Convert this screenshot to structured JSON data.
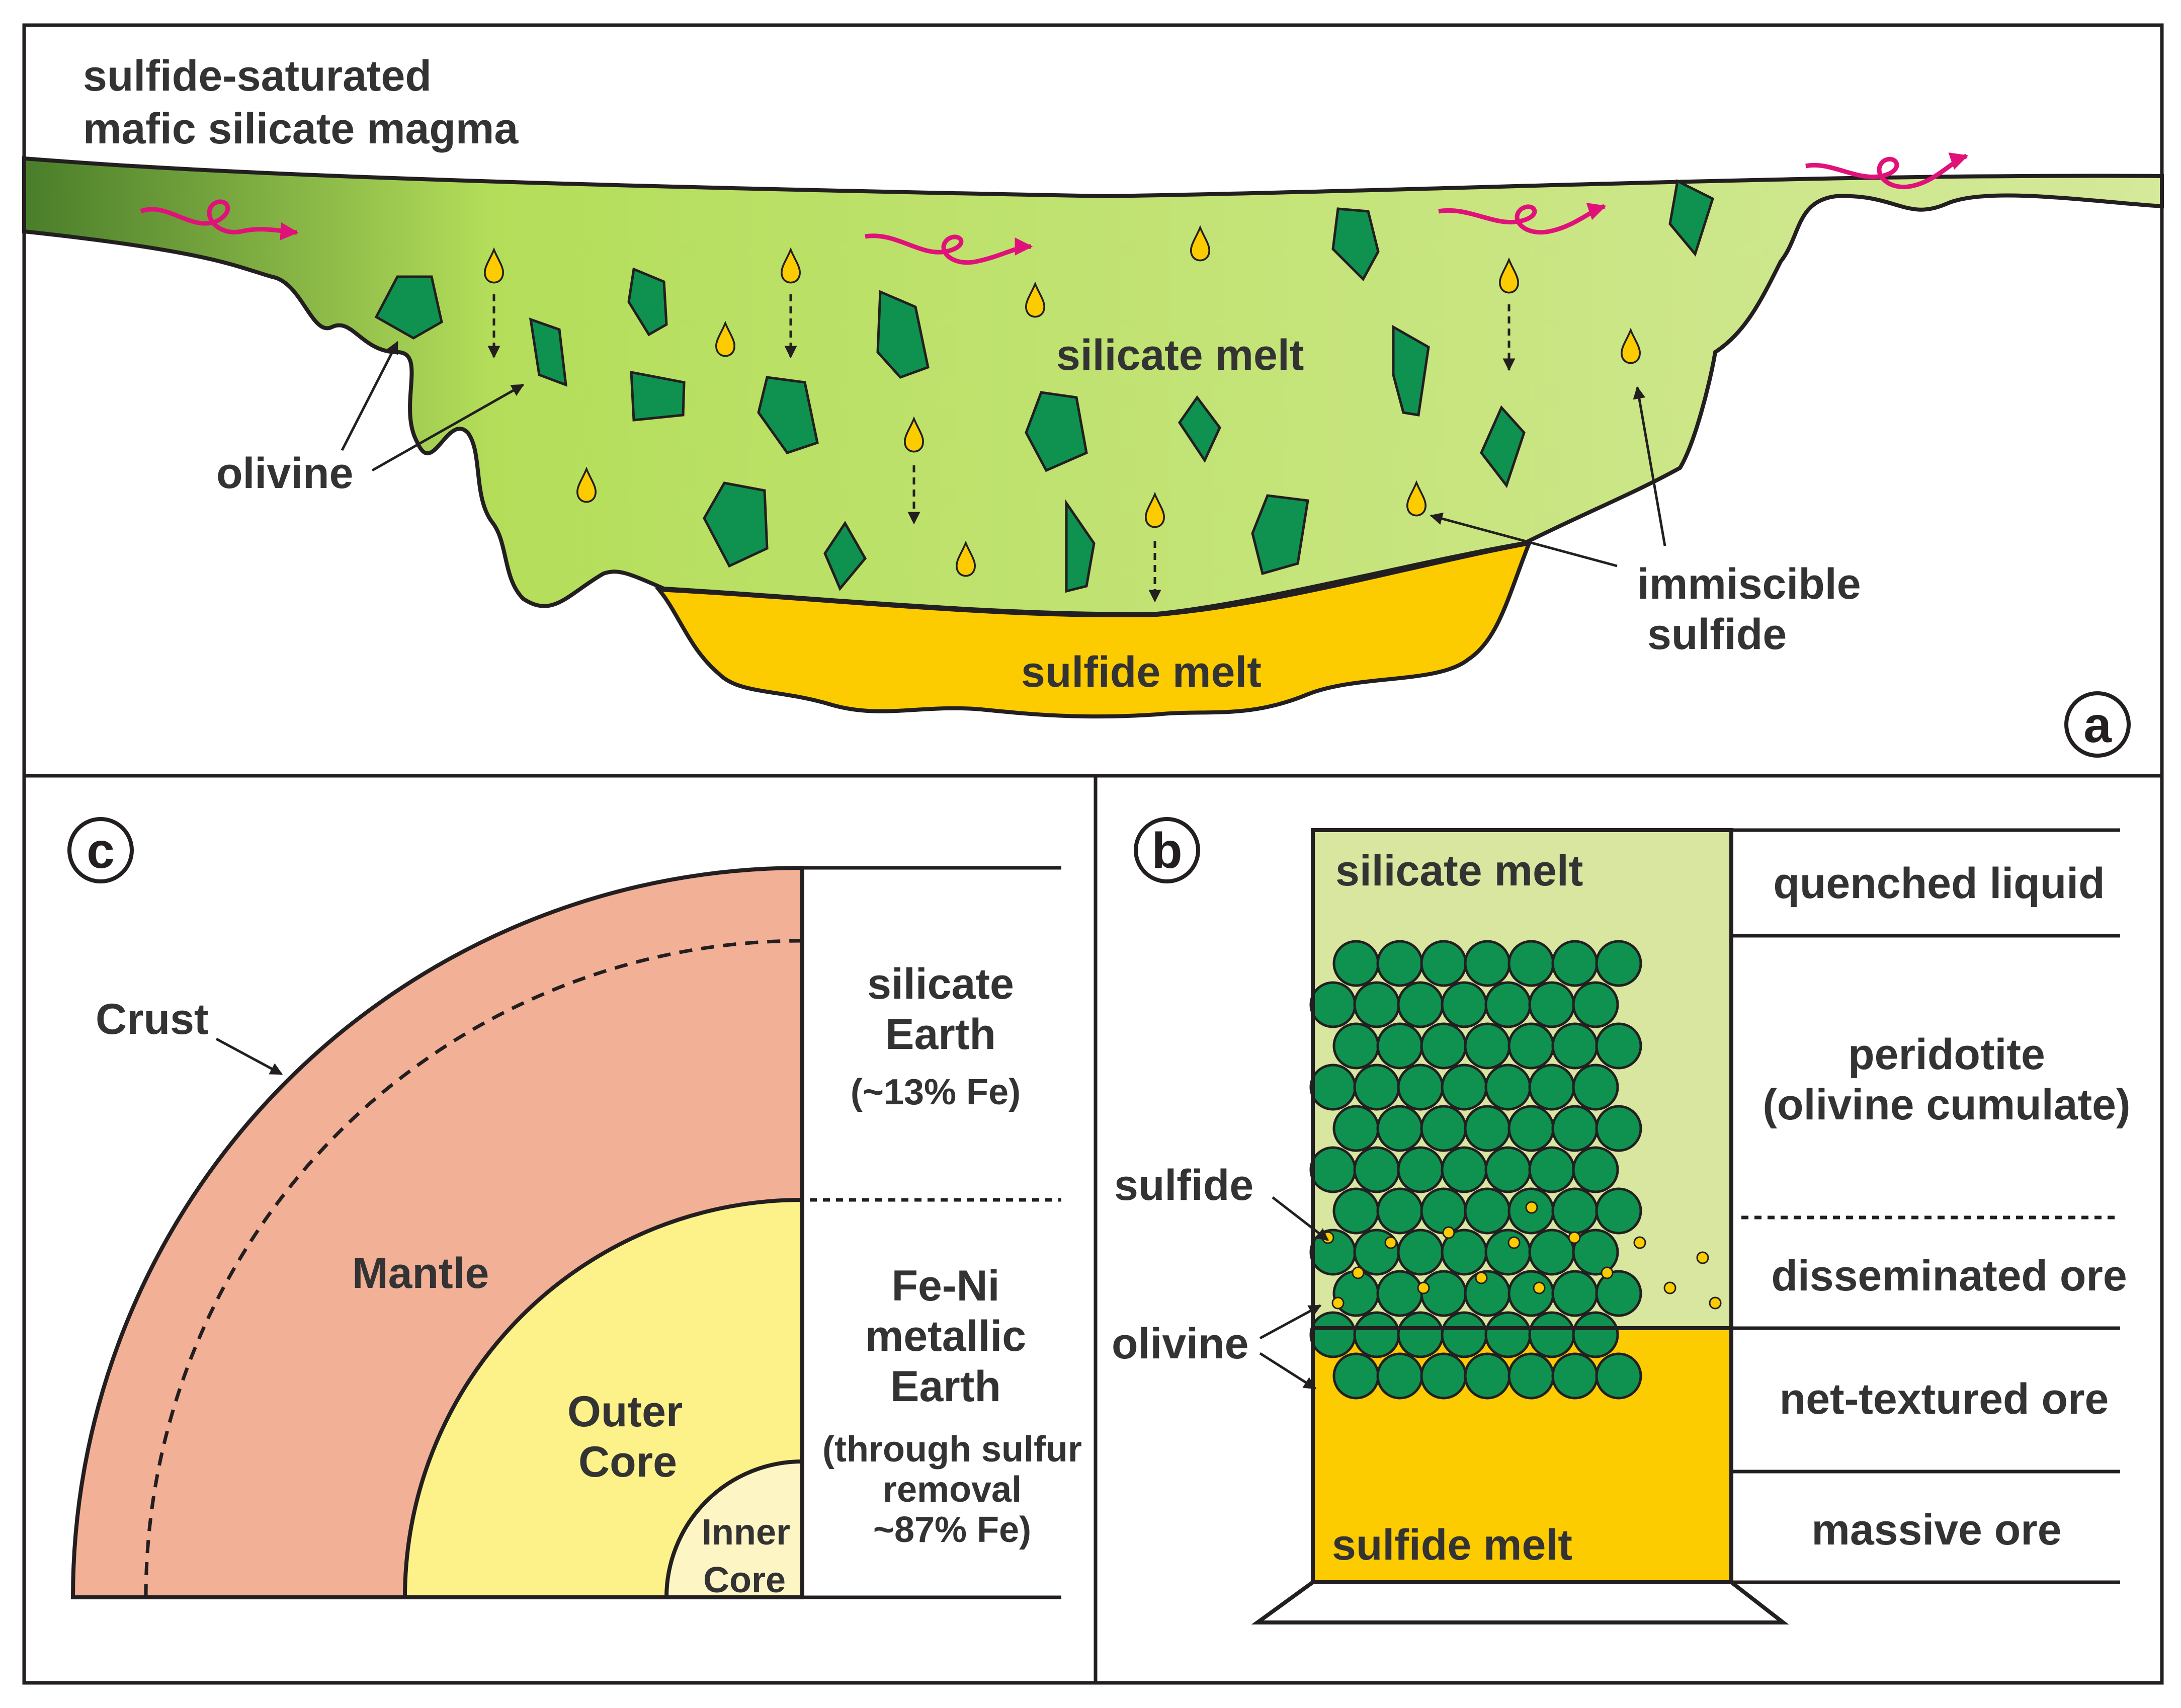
{
  "panel_a": {
    "badge": "a",
    "title_line1": "sulfide-saturated",
    "title_line2": "mafic silicate magma",
    "silicate_melt": "silicate melt",
    "sulfide_melt": "sulfide melt",
    "olivine": "olivine",
    "immiscible_line1": "immiscible",
    "immiscible_line2": "sulfide"
  },
  "panel_b": {
    "badge": "b",
    "silicate_melt": "silicate melt",
    "sulfide_melt": "sulfide melt",
    "sulfide": "sulfide",
    "olivine": "olivine",
    "zones": {
      "quenched": "quenched liquid",
      "peridotite_line1": "peridotite",
      "peridotite_line2": "(olivine cumulate)",
      "disseminated": "disseminated ore",
      "net_textured": "net-textured  ore",
      "massive": "massive  ore"
    }
  },
  "panel_c": {
    "badge": "c",
    "crust": "Crust",
    "mantle": "Mantle",
    "outer_core_line1": "Outer",
    "outer_core_line2": "Core",
    "inner_core_line1": "Inner",
    "inner_core_line2": "Core",
    "silicate_earth_line1": "silicate",
    "silicate_earth_line2": "Earth",
    "silicate_earth_fe": "(~13% Fe)",
    "metallic_line1": "Fe-Ni",
    "metallic_line2": "metallic",
    "metallic_line3": "Earth",
    "metallic_note1": "(through sulfur",
    "metallic_note2": "removal",
    "metallic_note3": "~87% Fe)"
  },
  "colors": {
    "silicate_melt_dark": "#4a7d2a",
    "silicate_melt_mid": "#b4de5a",
    "silicate_melt_light": "#d4e99a",
    "sulfide_melt": "#fccc00",
    "olivine": "#0f9150",
    "flow_arrow": "#e0127a",
    "mantle": "#f2b096",
    "outer_core": "#fdf28a",
    "inner_core": "#fdf6c4",
    "column_silicate": "#d8e6a0"
  }
}
